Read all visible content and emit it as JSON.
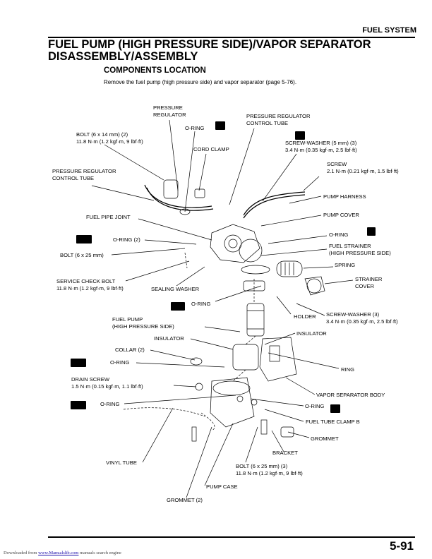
{
  "header": {
    "section": "FUEL SYSTEM",
    "page_number": "5-91"
  },
  "title": "FUEL PUMP (HIGH PRESSURE SIDE)/VAPOR SEPARATOR DISASSEMBLY/ASSEMBLY",
  "subtitle": "COMPONENTS LOCATION",
  "intro": "Remove the fuel pump (high pressure side) and vapor separator (page 5-76).",
  "labels": {
    "pressure_regulator": [
      "PRESSURE",
      "REGULATOR"
    ],
    "oring_top": "O-RING",
    "pr_control_tube_top": [
      "PRESSURE REGULATOR",
      "CONTROL TUBE"
    ],
    "bolt_6x14": [
      "BOLT (6 x 14 mm) (2)",
      "11.8 N·m (1.2 kgf·m, 9 lbf·ft)"
    ],
    "cord_clamp": "CORD CLAMP",
    "screw_washer_5": [
      "SCREW-WASHER (5 mm) (3)",
      "3.4 N·m (0.35 kgf·m, 2.5 lbf·ft)"
    ],
    "screw": [
      "SCREW",
      "2.1 N·m (0.21 kgf·m, 1.5 lbf·ft)"
    ],
    "pr_control_tube_left": [
      "PRESSURE REGULATOR",
      "CONTROL TUBE"
    ],
    "pump_harness": "PUMP HARNESS",
    "fuel_pipe_joint": "FUEL PIPE JOINT",
    "pump_cover": "PUMP COVER",
    "oring_2": "O-RING (2)",
    "oring_right": "O-RING",
    "fuel_strainer": [
      "FUEL STRAINER",
      "(HIGH PRESSURE SIDE)"
    ],
    "bolt_6x25": "BOLT (6 x 25 mm)",
    "spring": "SPRING",
    "service_check_bolt": [
      "SERVICE CHECK BOLT",
      "11.8 N·m (1.2 kgf·m, 9 lbf·ft)"
    ],
    "sealing_washer": "SEALING WASHER",
    "strainer_cover": [
      "STRAINER",
      "COVER"
    ],
    "oring_mid": "O-RING",
    "holder": "HOLDER",
    "screw_washer_3": [
      "SCREW-WASHER (3)",
      "3.4 N·m (0.35 kgf·m, 2.5 lbf·ft)"
    ],
    "fuel_pump": [
      "FUEL PUMP",
      "(HIGH PRESSURE SIDE)"
    ],
    "insulator_right": "INSULATOR",
    "insulator_left": "INSULATOR",
    "collar": "COLLAR (2)",
    "oring_collar": "O-RING",
    "ring": "RING",
    "drain_screw": [
      "DRAIN SCREW",
      "1.5 N·m (0.15 kgf·m, 1.1 lbf·ft)"
    ],
    "vapor_separator_body": "VAPOR SEPARATOR BODY",
    "oring_low_left": "O-RING",
    "oring_low_right": "O-RING",
    "fuel_tube_clamp_b": "FUEL TUBE CLAMP B",
    "grommet": "GROMMET",
    "bracket": "BRACKET",
    "vinyl_tube": "VINYL TUBE",
    "bolt_6x25_3": [
      "BOLT (6 x 25 mm) (3)",
      "11.8 N·m (1.2 kgf·m, 9 lbf·ft)"
    ],
    "pump_case": "PUMP CASE",
    "grommet_2": "GROMMET (2)"
  },
  "footer": {
    "prefix": "Downloaded from",
    "link": "www.Manualslib.com",
    "suffix": "manuals search engine"
  }
}
